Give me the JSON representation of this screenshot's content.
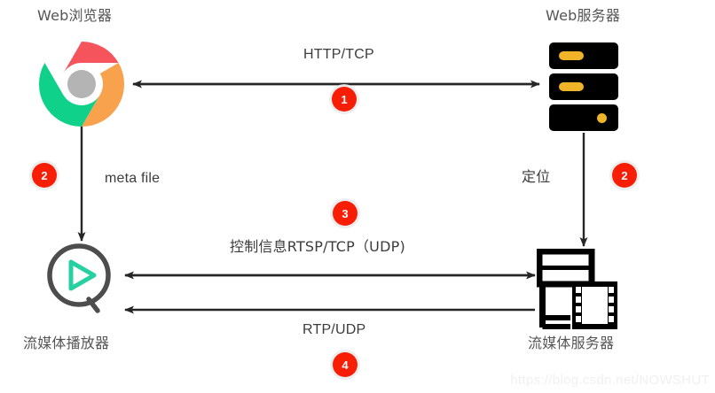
{
  "diagram": {
    "title_nodes": {
      "web_browser": "Web浏览器",
      "web_server": "Web服务器",
      "media_player": "流媒体播放器",
      "media_server": "流媒体服务器"
    },
    "edge_labels": {
      "http_tcp": "HTTP/TCP",
      "meta_file": "meta file",
      "locate": "定位",
      "control_rtsp": "控制信息RTSP/TCP（UDP)",
      "rtp_udp": "RTP/UDP"
    },
    "badges": {
      "one": "1",
      "two_left": "2",
      "two_right": "2",
      "three": "3",
      "four": "4"
    },
    "colors": {
      "badge_red": "#f81d05",
      "chrome_red": "#f5545c",
      "chrome_green": "#0fd18a",
      "chrome_orange": "#f9a24d",
      "chrome_hub": "#b4b4b4",
      "server_black": "#000000",
      "server_amber": "#f0b429",
      "player_ring": "#4d4d4d",
      "player_play": "#26d0a0",
      "line": "#262626",
      "text": "#4a4a4a"
    },
    "watermark": "https://blog.csdn.net/NOWSHUT"
  }
}
